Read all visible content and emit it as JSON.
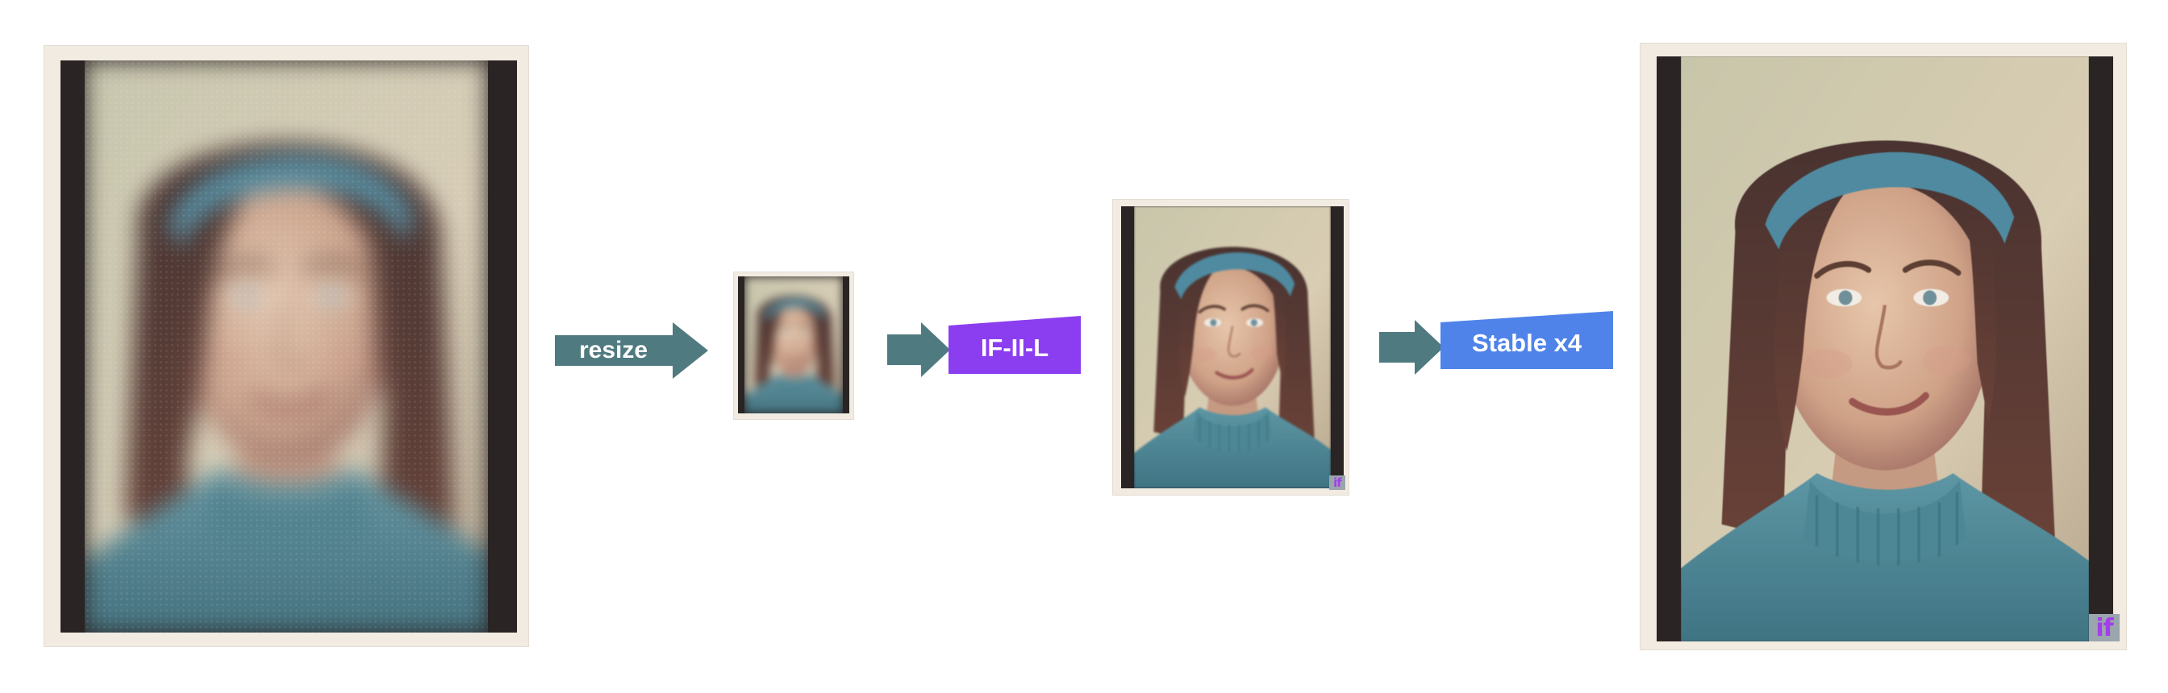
{
  "pipeline": {
    "steps": [
      {
        "label": "resize",
        "color": "#4f7a80"
      },
      {
        "label": "IF-II-L",
        "color": "#8b3ef0"
      },
      {
        "label": "Stable x4",
        "color": "#4f83ea"
      }
    ],
    "arrow_color": "#4f7a80",
    "watermark": "if",
    "watermark_color": "#a43ee8"
  }
}
